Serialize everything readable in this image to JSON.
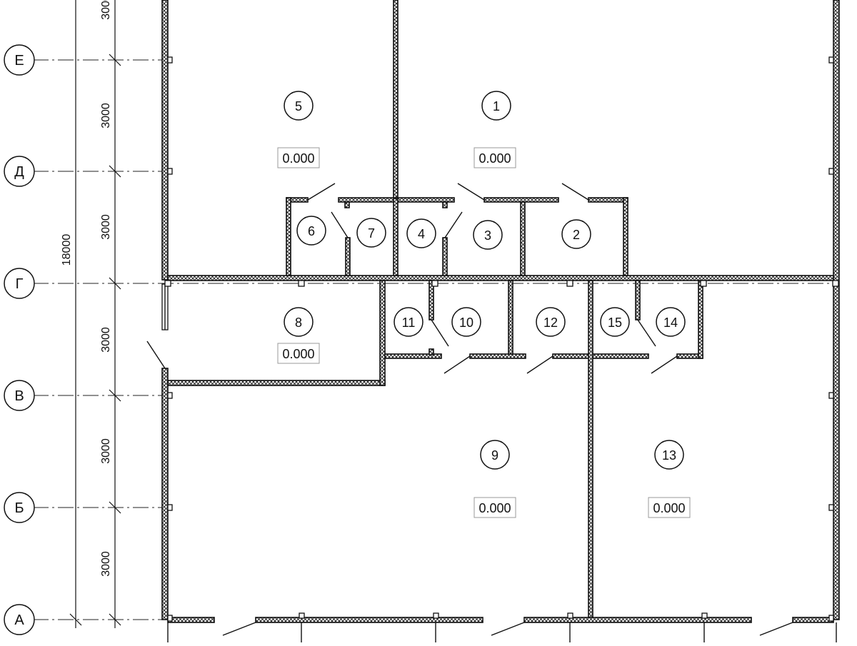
{
  "axes": [
    {
      "label": "Е"
    },
    {
      "label": "Д"
    },
    {
      "label": "Г"
    },
    {
      "label": "В"
    },
    {
      "label": "Б"
    },
    {
      "label": "А"
    }
  ],
  "dimensions": {
    "spans": [
      "3000",
      "3000",
      "3000",
      "3000",
      "3000",
      "3000"
    ],
    "top_partial": "3000",
    "total": "18000"
  },
  "rooms": [
    {
      "number": "1",
      "level": "0.000"
    },
    {
      "number": "2"
    },
    {
      "number": "3"
    },
    {
      "number": "4"
    },
    {
      "number": "5",
      "level": "0.000"
    },
    {
      "number": "6"
    },
    {
      "number": "7"
    },
    {
      "number": "8",
      "level": "0.000"
    },
    {
      "number": "9",
      "level": "0.000"
    },
    {
      "number": "10"
    },
    {
      "number": "11"
    },
    {
      "number": "12"
    },
    {
      "number": "13",
      "level": "0.000"
    },
    {
      "number": "14"
    },
    {
      "number": "15"
    }
  ]
}
